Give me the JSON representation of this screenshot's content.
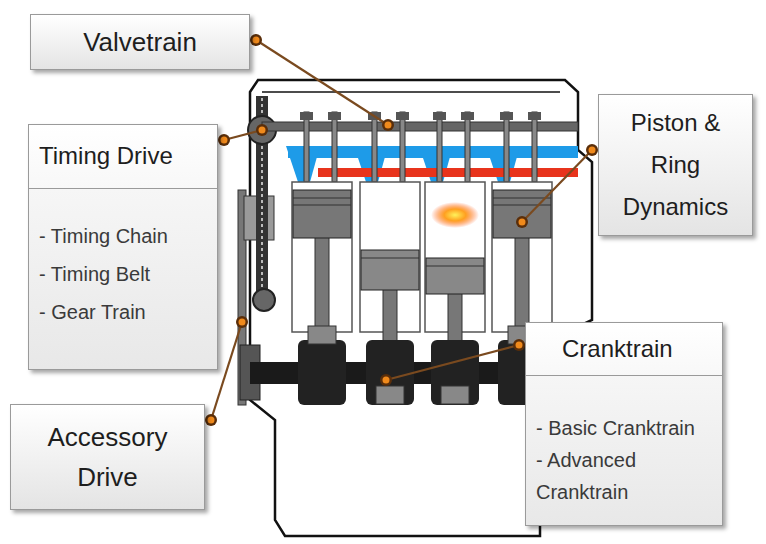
{
  "diagram": {
    "nodes": [
      {
        "text": [
          "Valvetrain"
        ]
      },
      {
        "text": [
          "Timing Drive",
          "- Timing Chain",
          "- Timing Belt",
          "- Gear Train"
        ]
      },
      {
        "text": [
          "Piston & Ring Dynamics"
        ]
      },
      {
        "text": [
          "Cranktrain",
          "- Basic Cranktrain",
          "- Advanced Cranktrain"
        ]
      },
      {
        "text": [
          "Accessory Drive"
        ]
      }
    ]
  }
}
